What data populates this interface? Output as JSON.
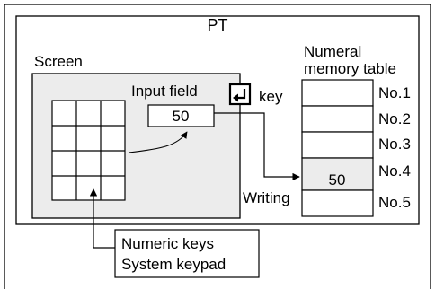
{
  "diagram": {
    "pt_label": "PT",
    "screen_label": "Screen",
    "input_field_label": "Input field",
    "input_value": "50",
    "enter_key_glyph": "↵",
    "enter_key_icon": "enter-key-icon",
    "key_label": "key",
    "memory_table_title_line1": "Numeral",
    "memory_table_title_line2": "memory table",
    "memory_rows": [
      {
        "label": "No.1",
        "value": ""
      },
      {
        "label": "No.2",
        "value": ""
      },
      {
        "label": "No.3",
        "value": ""
      },
      {
        "label": "No.4",
        "value": "50"
      },
      {
        "label": "No.5",
        "value": ""
      }
    ],
    "writing_label": "Writing",
    "keypad_label_line1": "Numeric keys",
    "keypad_label_line2": "System keypad"
  }
}
